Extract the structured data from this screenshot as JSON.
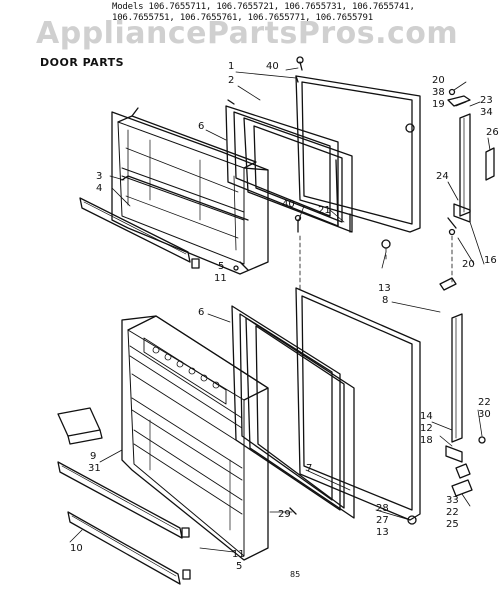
{
  "header": {
    "models_lines": [
      "Models 106.7655711, 106.7655721, 106.7655731, 106.7655741,",
      "106.7655751, 106.7655761, 106.7655771, 106.7655791"
    ],
    "watermark": "AppliancePartsPros.com",
    "title": "DOOR PARTS"
  },
  "callouts": [
    {
      "id": "c1",
      "label": "1"
    },
    {
      "id": "c2",
      "label": "2"
    },
    {
      "id": "c3",
      "label": "3"
    },
    {
      "id": "c4",
      "label": "4"
    },
    {
      "id": "c5a",
      "label": "5"
    },
    {
      "id": "c11a",
      "label": "11"
    },
    {
      "id": "c6a",
      "label": "6"
    },
    {
      "id": "c6b",
      "label": "6"
    },
    {
      "id": "c40a",
      "label": "40"
    },
    {
      "id": "c40b",
      "label": "40"
    },
    {
      "id": "c21",
      "label": "21"
    },
    {
      "id": "c20a",
      "label": "20"
    },
    {
      "id": "c38",
      "label": "38"
    },
    {
      "id": "c19",
      "label": "19"
    },
    {
      "id": "c23",
      "label": "23"
    },
    {
      "id": "c34",
      "label": "34"
    },
    {
      "id": "c26",
      "label": "26"
    },
    {
      "id": "c24",
      "label": "24"
    },
    {
      "id": "c16",
      "label": "16"
    },
    {
      "id": "c20b",
      "label": "20"
    },
    {
      "id": "c13a",
      "label": "13"
    },
    {
      "id": "c8",
      "label": "8"
    },
    {
      "id": "c14",
      "label": "14"
    },
    {
      "id": "c12",
      "label": "12"
    },
    {
      "id": "c18",
      "label": "18"
    },
    {
      "id": "c22a",
      "label": "22"
    },
    {
      "id": "c30",
      "label": "30"
    },
    {
      "id": "c9",
      "label": "9"
    },
    {
      "id": "c31",
      "label": "31"
    },
    {
      "id": "c7",
      "label": "7"
    },
    {
      "id": "c29",
      "label": "29"
    },
    {
      "id": "c28",
      "label": "28"
    },
    {
      "id": "c27",
      "label": "27"
    },
    {
      "id": "c13b",
      "label": "13"
    },
    {
      "id": "c33",
      "label": "33"
    },
    {
      "id": "c22b",
      "label": "22"
    },
    {
      "id": "c25",
      "label": "25"
    },
    {
      "id": "c10",
      "label": "10"
    },
    {
      "id": "c11b",
      "label": "11"
    },
    {
      "id": "c5b",
      "label": "5"
    },
    {
      "id": "c85",
      "label": "85"
    }
  ]
}
